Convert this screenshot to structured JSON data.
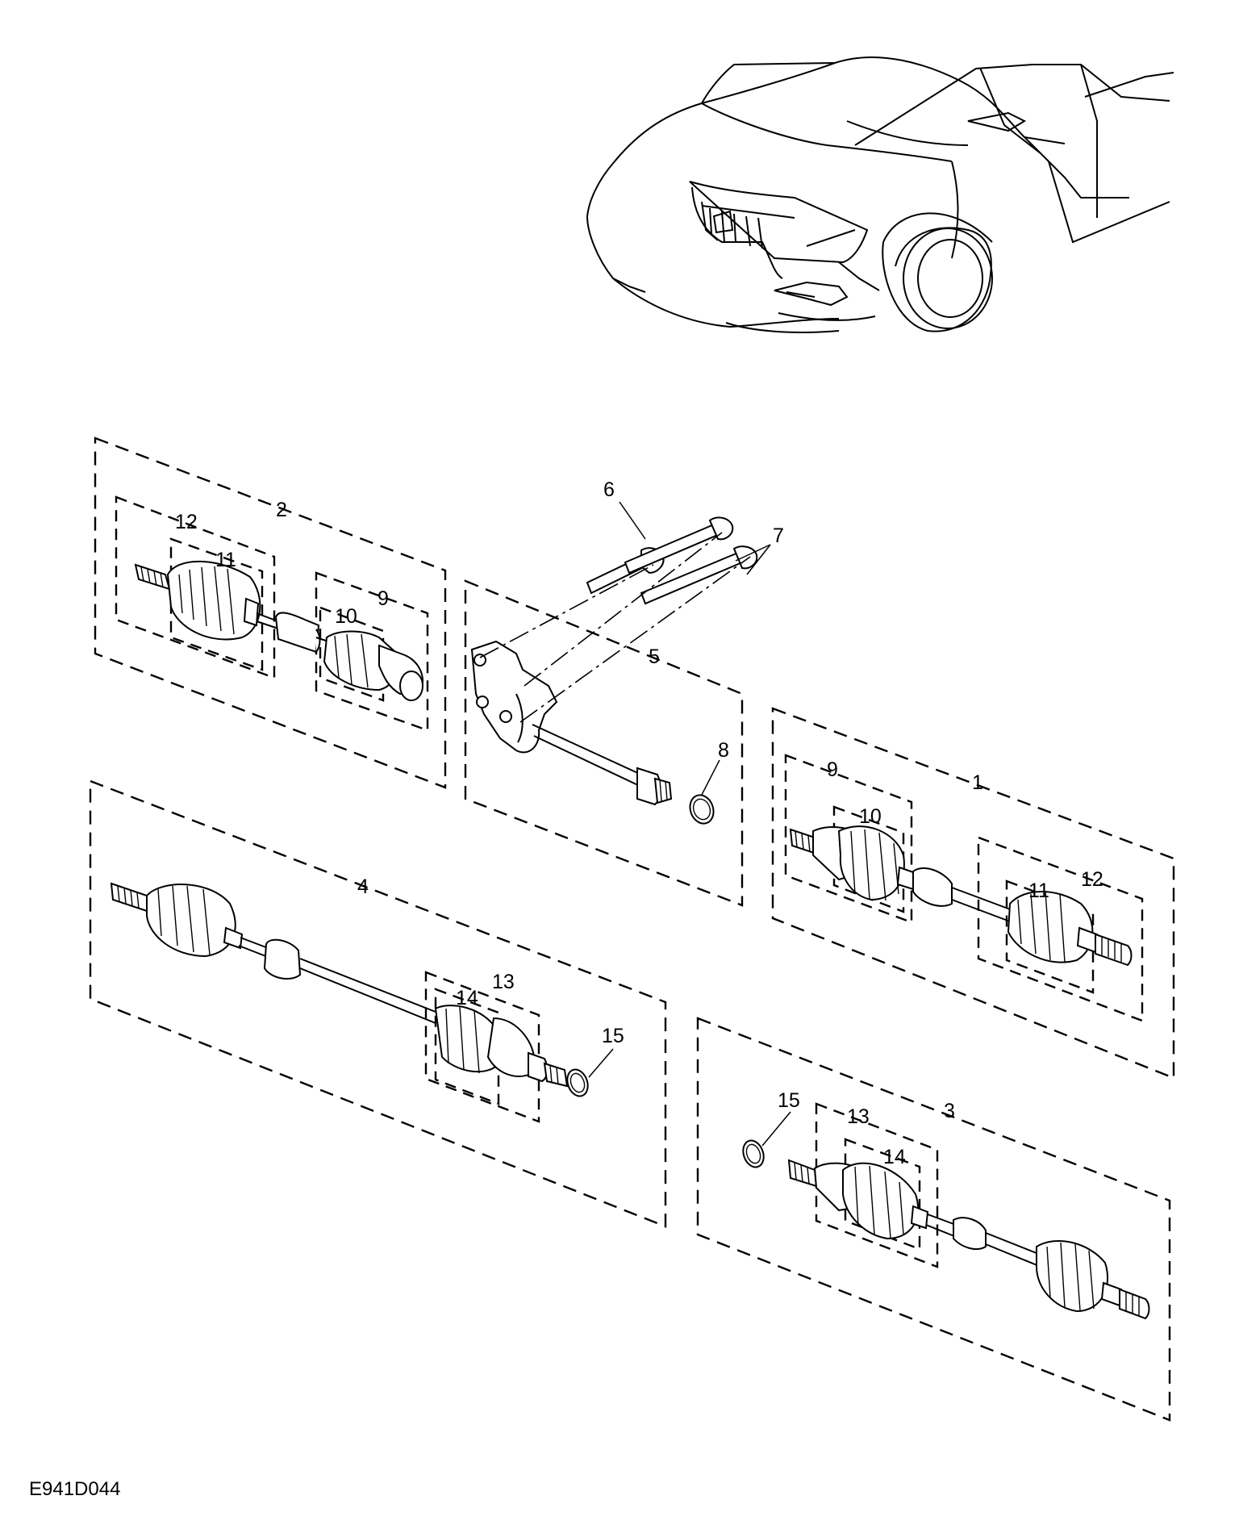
{
  "figure_code": "E941D044",
  "callouts": {
    "c1": "1",
    "c2": "2",
    "c3": "3",
    "c4": "4",
    "c5": "5",
    "c6": "6",
    "c7": "7",
    "c8": "8",
    "c9a": "9",
    "c9b": "9",
    "c10a": "10",
    "c10b": "10",
    "c11a": "11",
    "c11b": "11",
    "c12a": "12",
    "c12b": "12",
    "c13a": "13",
    "c13b": "13",
    "c14a": "14",
    "c14b": "14",
    "c15a": "15",
    "c15b": "15"
  }
}
